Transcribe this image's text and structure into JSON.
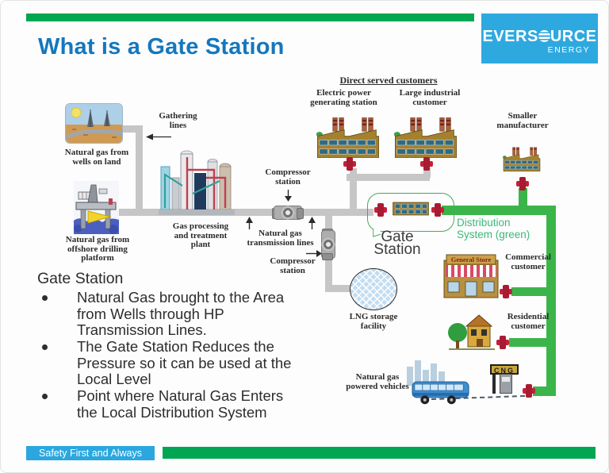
{
  "slide": {
    "title": "What is a Gate Station",
    "footer_text": "Safety First and Always"
  },
  "logo": {
    "brand_left": "EVERS",
    "brand_right": "URCE",
    "subtitle": "ENERGY"
  },
  "colors": {
    "header_bar_green": "#00A651",
    "footer_bar_green": "#00A651",
    "title_blue": "#1577BE",
    "logo_background_blue": "#2EA9E0",
    "footer_badge_blue": "#2AA7DF",
    "distribution_pipe_green": "#3BB54A",
    "transmission_pipe_gray": "#C6C6C6",
    "distribution_label_green": "#3CB878",
    "valve_red": "#C5203A"
  },
  "diagram": {
    "labels": {
      "direct_served": "Direct served customers",
      "electric_power": "Electric power\ngenerating station",
      "large_industrial": "Large industrial\ncustomer",
      "smaller_manufacturer": "Smaller\nmanufacturer",
      "gathering_lines": "Gathering\nlines",
      "wells_on_land": "Natural gas from\nwells on land",
      "offshore_platform": "Natural gas from\noffshore drilling\nplatform",
      "processing_plant": "Gas processing\nand treatment\nplant",
      "compressor_station_1": "Compressor\nstation",
      "transmission_lines": "Natural gas\ntransmission lines",
      "compressor_station_2": "Compressor\nstation",
      "gate_station": "Gate\nStation",
      "distribution_system": "Distribution\nSystem (green)",
      "lng_storage": "LNG storage\nfacility",
      "commercial_customer": "Commercial\ncustomer",
      "residential_customer": "Residential\ncustomer",
      "powered_vehicles": "Natural gas\npowered vehicles",
      "general_store_sign": "General Store",
      "cng_sign": "CNG"
    }
  },
  "bullets": {
    "heading": "Gate Station",
    "items": [
      "Natural Gas brought to the Area\nfrom Wells through HP\nTransmission Lines.",
      "The Gate Station Reduces the\nPressure so it can be used at the\nLocal Level",
      "Point where Natural Gas Enters\nthe Local Distribution System"
    ]
  }
}
